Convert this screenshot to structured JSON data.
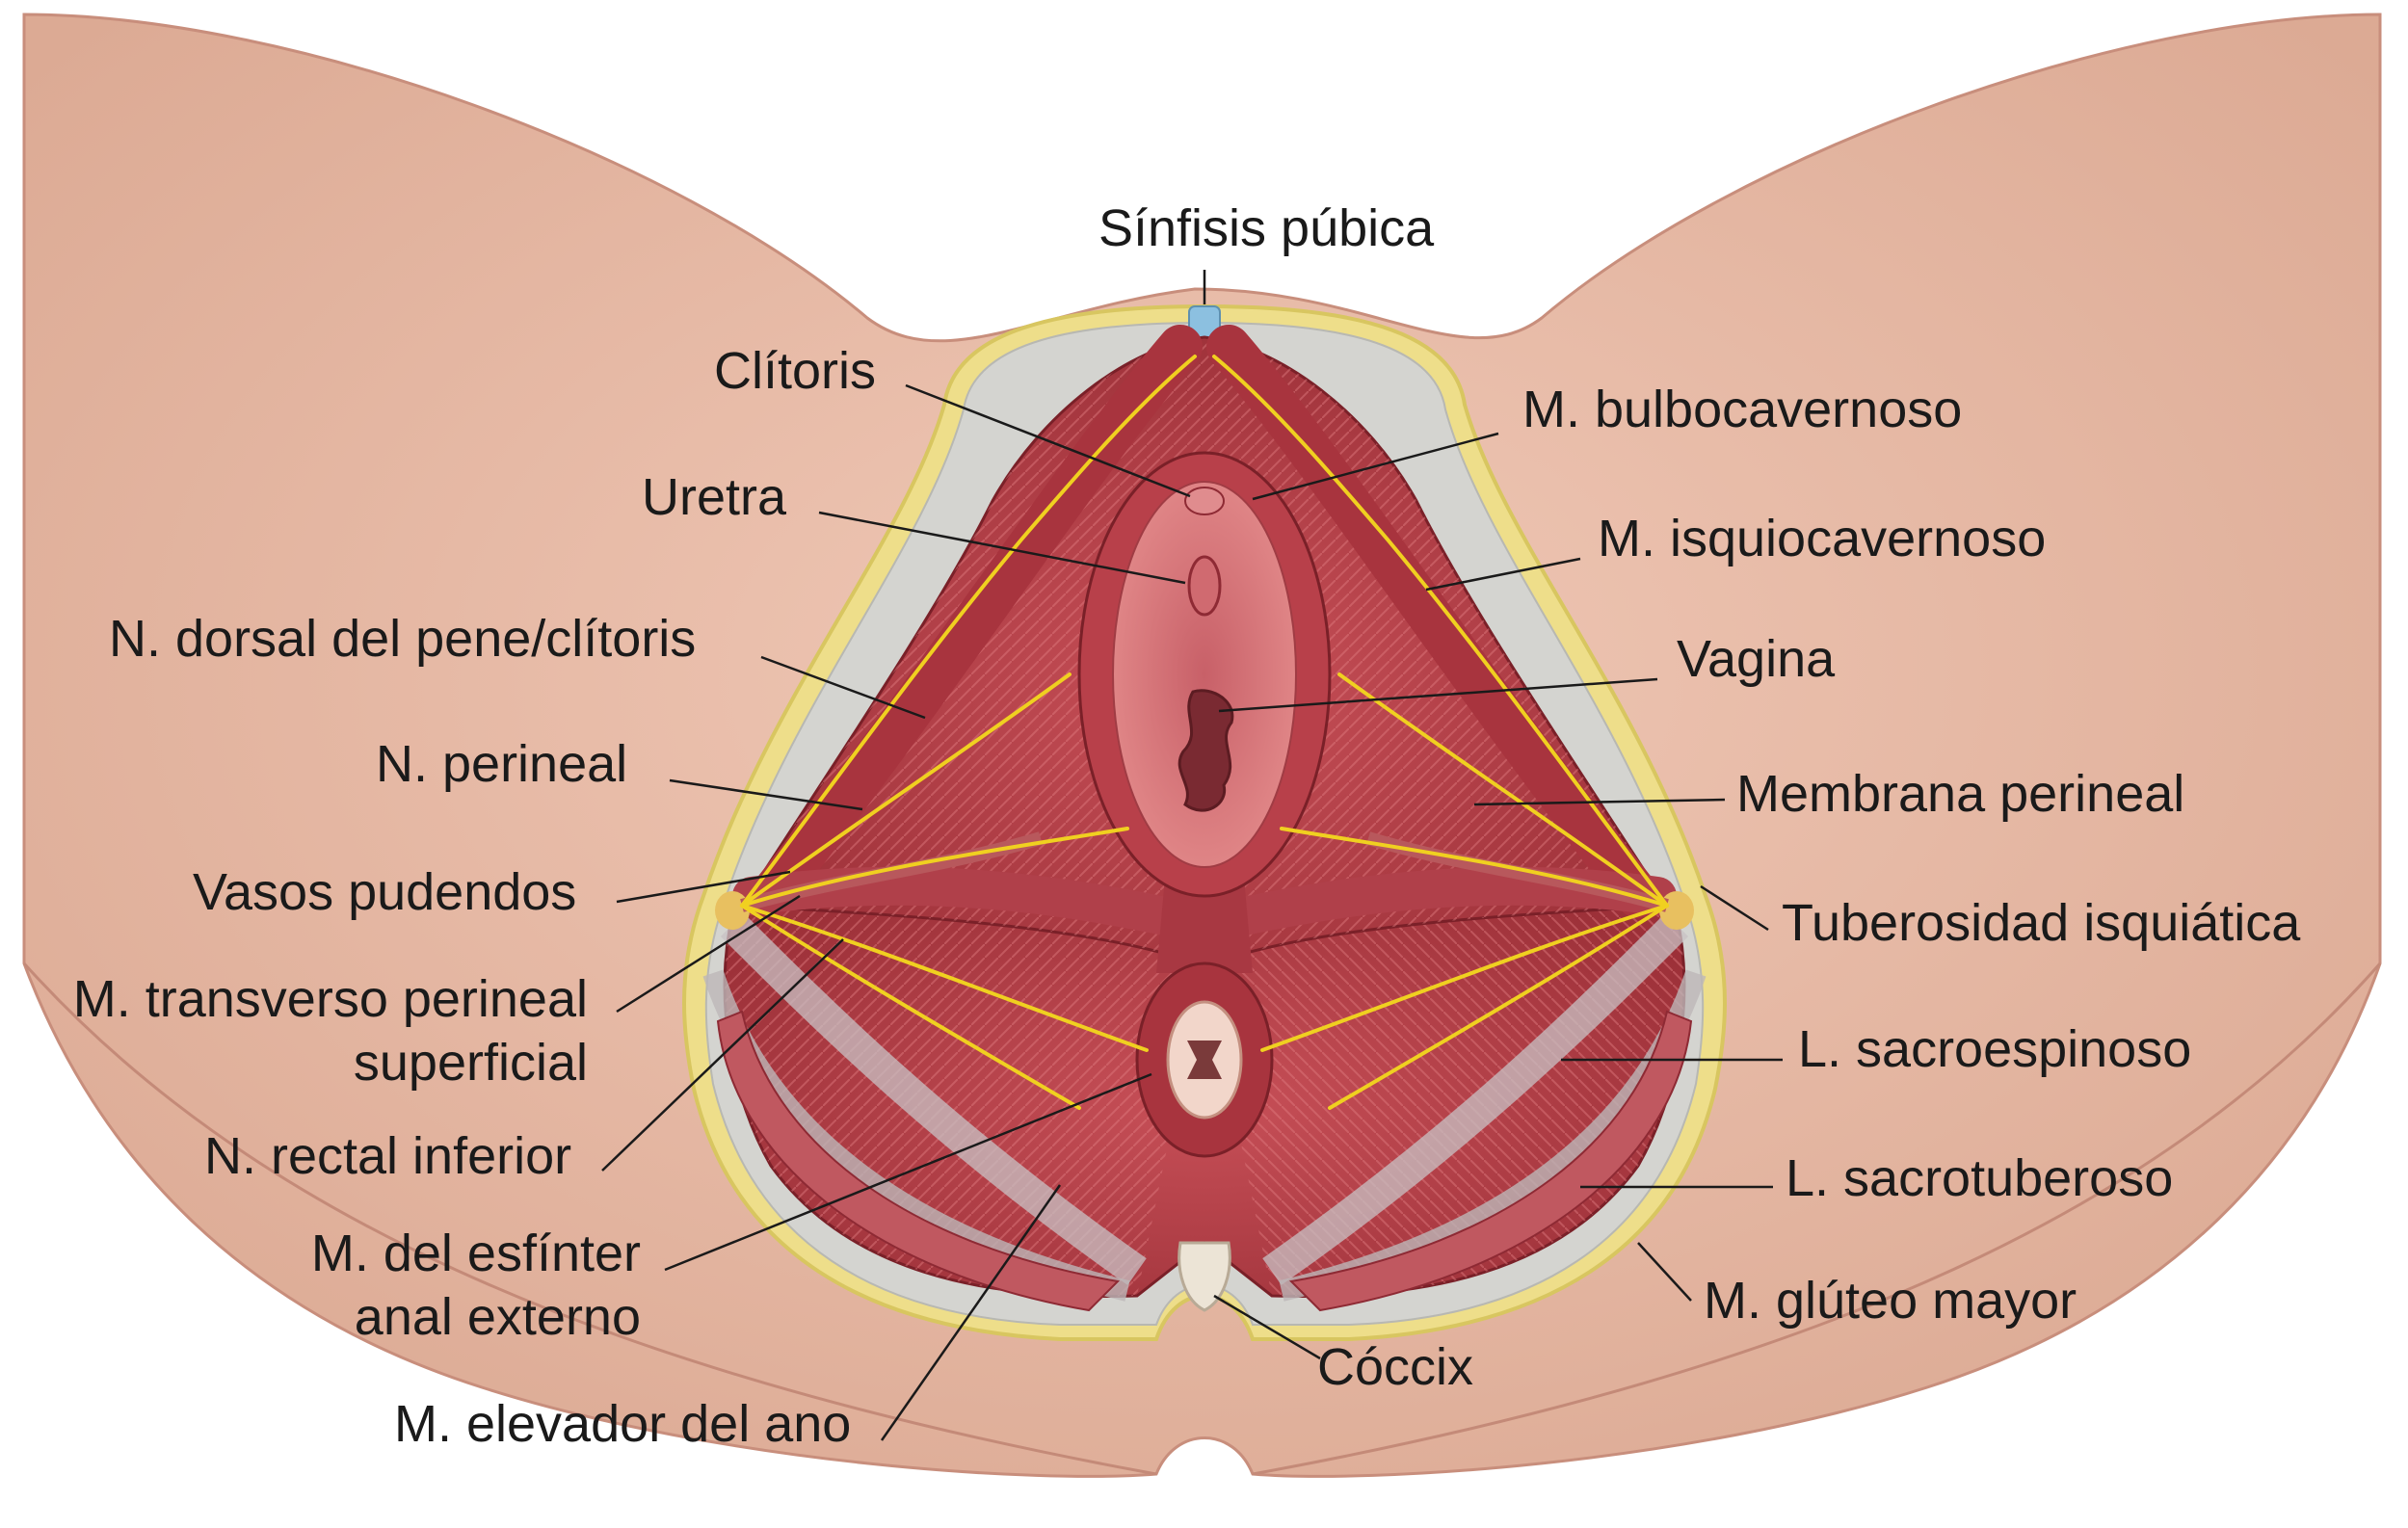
{
  "diagram": {
    "labels": {
      "sinfisis": "Sínfisis púbica",
      "clitoris": "Clítoris",
      "uretra": "Uretra",
      "n_dorsal": "N. dorsal del pene/clítoris",
      "n_perineal": "N. perineal",
      "vasos": "Vasos pudendos",
      "transverso_1": "M. transverso perineal",
      "transverso_2": "superficial",
      "n_rectal": "N. rectal inferior",
      "esfinter_1": "M. del esfínter",
      "esfinter_2": "anal externo",
      "elevador": "M. elevador del ano",
      "bulbo": "M. bulbocavernoso",
      "isquio": "M. isquiocavernoso",
      "vagina": "Vagina",
      "membrana": "Membrana perineal",
      "tuberosidad": "Tuberosidad isquiática",
      "sacroespinoso": "L. sacroespinoso",
      "sacrotuberoso": "L. sacrotuberoso",
      "gluteo": "M. glúteo mayor",
      "coccix": "Cóccix"
    },
    "colors": {
      "skin": "#e8b8a4",
      "skin_shadow": "#d49c88",
      "fat_border": "#eede8a",
      "fascia": "#d6d6d6",
      "muscle": "#b8404a",
      "muscle_dark": "#8e2a34",
      "muscle_light": "#d46a6e",
      "nerve": "#f0d020",
      "symphysis": "#8cc0e0",
      "coccyx": "#e8e0d2",
      "ink": "#1a1a1a"
    }
  }
}
